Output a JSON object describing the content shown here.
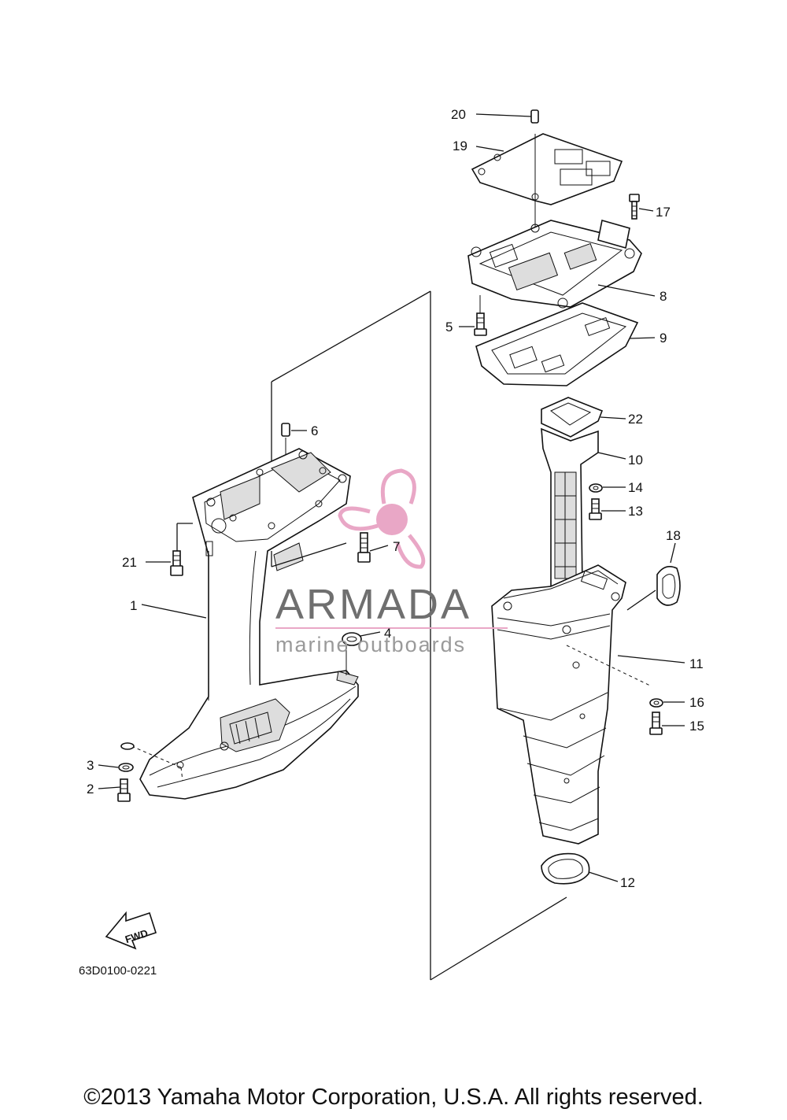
{
  "callouts": {
    "c1": "1",
    "c2": "2",
    "c3": "3",
    "c4": "4",
    "c5": "5",
    "c6": "6",
    "c7": "7",
    "c8": "8",
    "c9": "9",
    "c10": "10",
    "c11": "11",
    "c12": "12",
    "c13": "13",
    "c14": "14",
    "c15": "15",
    "c16": "16",
    "c17": "17",
    "c18": "18",
    "c19": "19",
    "c20": "20",
    "c21": "21",
    "c22": "22"
  },
  "diagram_code": "63D0100-0221",
  "fwd_label": "FWD",
  "watermark": {
    "brand": "ARMADA",
    "tagline": "marine outboards",
    "accent_color": "#e9a7c6"
  },
  "copyright": "©2013 Yamaha Motor Corporation, U.S.A. All rights reserved."
}
